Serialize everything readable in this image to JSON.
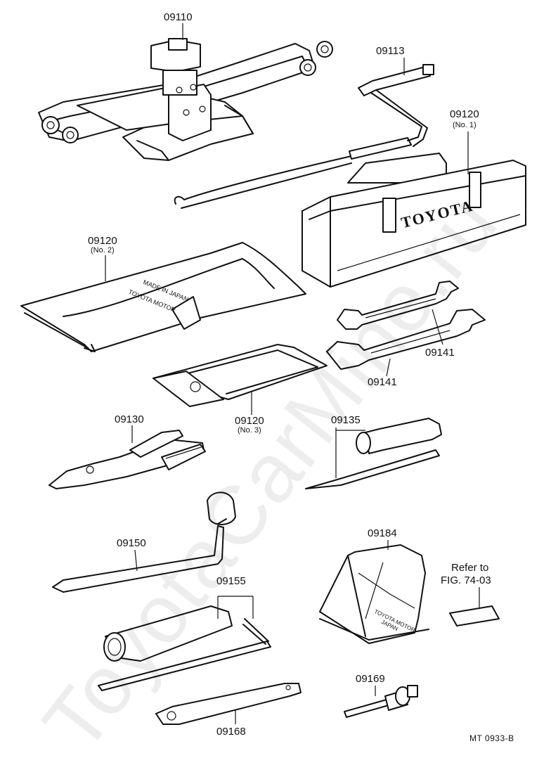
{
  "parts": {
    "jack": {
      "code": "09110"
    },
    "jack_handle": {
      "code": "09113"
    },
    "tool_bag_no1": {
      "code": "09120",
      "note": "(No. 1)",
      "brand": "TOYOTA"
    },
    "tool_bag_no2": {
      "code": "09120",
      "note": "(No. 2)",
      "print_line1": "TOYOTA MOTOR",
      "print_line2": "MADE IN JAPAN"
    },
    "tool_bag_no3": {
      "code": "09120",
      "note": "(No. 3)"
    },
    "wrench_upper": {
      "code": "09141"
    },
    "wrench_lower": {
      "code": "09141"
    },
    "pliers": {
      "code": "09130"
    },
    "screwdriver": {
      "code": "09135"
    },
    "wheel_nut_wrench": {
      "code": "09150"
    },
    "spark_plug_wrench": {
      "code": "09155"
    },
    "chock": {
      "code": "09184",
      "print_line1": "TOYOTA MOTOR",
      "print_line2": "JAPAN"
    },
    "ratchet": {
      "code": "09168"
    },
    "driver_tip": {
      "code": "09169"
    }
  },
  "reference": {
    "line1": "Refer to",
    "line2": "FIG. 74-03"
  },
  "figure_code": "MT  0933-B",
  "watermark": "ToyotaCarMine.ru"
}
